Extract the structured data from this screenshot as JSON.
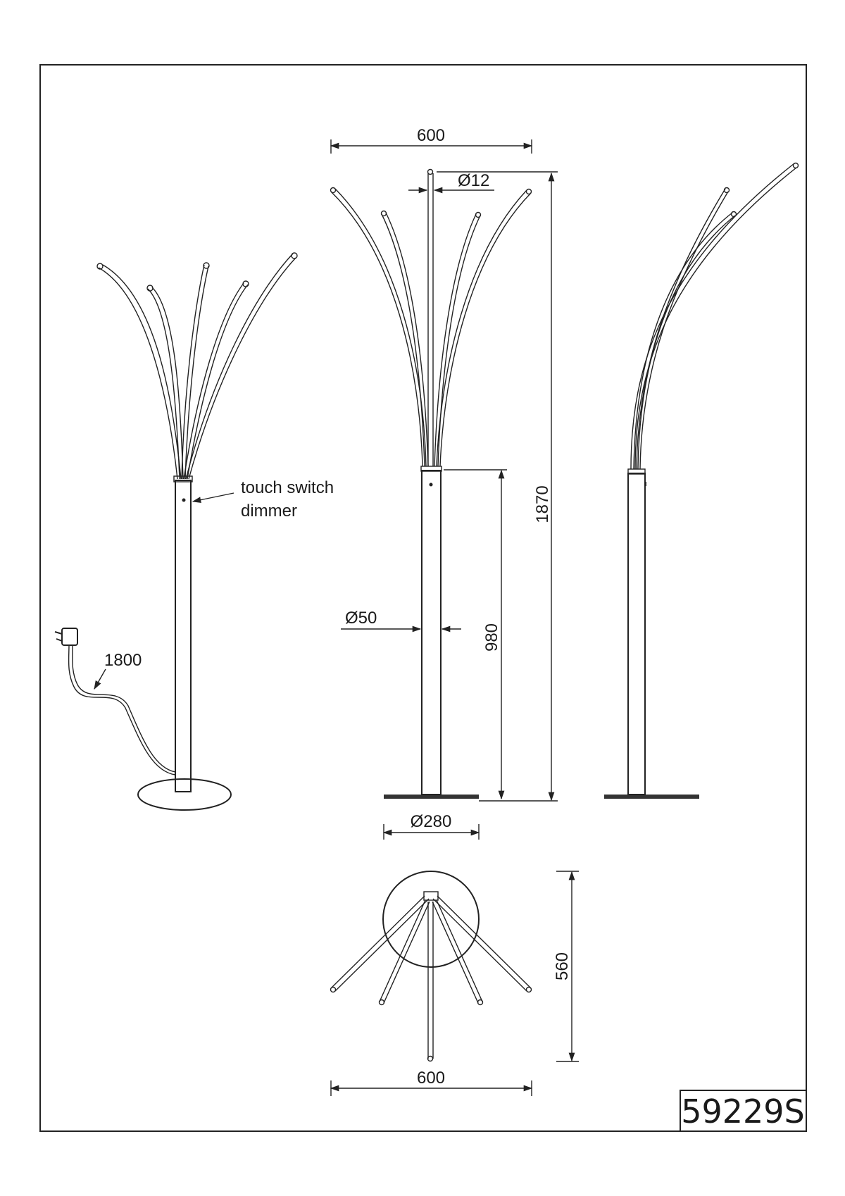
{
  "model_number": "59229S",
  "annotations": {
    "switch_line1": "touch switch",
    "switch_line2": "dimmer",
    "cable_length": "1800"
  },
  "dimensions": {
    "width_top": "600",
    "rod_diameter": "Ø12",
    "total_height": "1870",
    "pole_diameter": "Ø50",
    "pole_height": "980",
    "base_diameter": "Ø280",
    "depth": "560",
    "width_bottom": "600"
  }
}
